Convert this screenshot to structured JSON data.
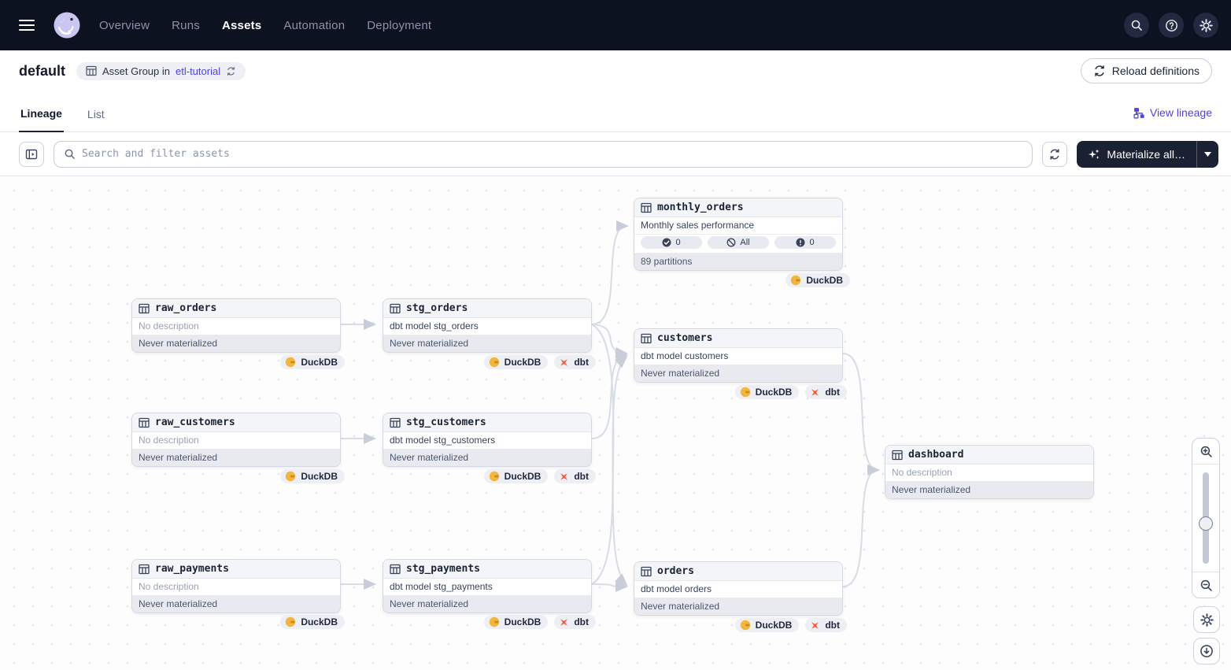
{
  "topbar": {
    "nav": [
      "Overview",
      "Runs",
      "Assets",
      "Automation",
      "Deployment"
    ],
    "active_tab": "Assets",
    "icons": [
      "hamburger-icon",
      "dagster-logo",
      "search-icon",
      "help-icon",
      "settings-icon"
    ]
  },
  "header": {
    "title": "default",
    "badge": {
      "prefix": "Asset Group in",
      "link": "etl-tutorial"
    },
    "reload_button": "Reload definitions"
  },
  "tabs": {
    "items": [
      "Lineage",
      "List"
    ],
    "active": "Lineage",
    "view_lineage": "View lineage"
  },
  "toolbar": {
    "search_placeholder": "Search and filter assets",
    "materialize_label": "Materialize all…"
  },
  "canvas": {
    "nodes": [
      {
        "name": "monthly_orders",
        "description": "Monthly sales performance",
        "footer": "89 partitions",
        "pills": [
          {
            "icon": "check-circle",
            "label": "0"
          },
          {
            "icon": "slash-circle",
            "label": "All"
          },
          {
            "icon": "alert-circle",
            "label": "0"
          }
        ],
        "badges": [
          "DuckDB"
        ]
      },
      {
        "name": "raw_orders",
        "description": "No description",
        "footer": "Never materialized",
        "badges": [
          "DuckDB"
        ]
      },
      {
        "name": "stg_orders",
        "description": "dbt model stg_orders",
        "footer": "Never materialized",
        "badges": [
          "DuckDB",
          "dbt"
        ]
      },
      {
        "name": "customers",
        "description": "dbt model customers",
        "footer": "Never materialized",
        "badges": [
          "DuckDB",
          "dbt"
        ]
      },
      {
        "name": "raw_customers",
        "description": "No description",
        "footer": "Never materialized",
        "badges": [
          "DuckDB"
        ]
      },
      {
        "name": "stg_customers",
        "description": "dbt model stg_customers",
        "footer": "Never materialized",
        "badges": [
          "DuckDB",
          "dbt"
        ]
      },
      {
        "name": "dashboard",
        "description": "No description",
        "footer": "Never materialized",
        "badges": []
      },
      {
        "name": "raw_payments",
        "description": "No description",
        "footer": "Never materialized",
        "badges": [
          "DuckDB"
        ]
      },
      {
        "name": "stg_payments",
        "description": "dbt model stg_payments",
        "footer": "Never materialized",
        "badges": [
          "DuckDB",
          "dbt"
        ]
      },
      {
        "name": "orders",
        "description": "dbt model orders",
        "footer": "Never materialized",
        "badges": [
          "DuckDB",
          "dbt"
        ]
      }
    ],
    "edges": [
      {
        "from": "raw_orders",
        "to": "stg_orders"
      },
      {
        "from": "raw_customers",
        "to": "stg_customers"
      },
      {
        "from": "raw_payments",
        "to": "stg_payments"
      },
      {
        "from": "stg_orders",
        "to": "monthly_orders"
      },
      {
        "from": "stg_orders",
        "to": "customers"
      },
      {
        "from": "stg_orders",
        "to": "orders"
      },
      {
        "from": "stg_customers",
        "to": "customers"
      },
      {
        "from": "stg_payments",
        "to": "customers"
      },
      {
        "from": "stg_payments",
        "to": "orders"
      },
      {
        "from": "customers",
        "to": "dashboard"
      },
      {
        "from": "orders",
        "to": "dashboard"
      }
    ]
  },
  "colors": {
    "topbar_bg": "#0d1221",
    "accent_link": "#4f43dd",
    "duckdb_icon": "#f2b53d",
    "dbt_icon": "#ff5636",
    "materialize_bg": "#1a2133"
  }
}
